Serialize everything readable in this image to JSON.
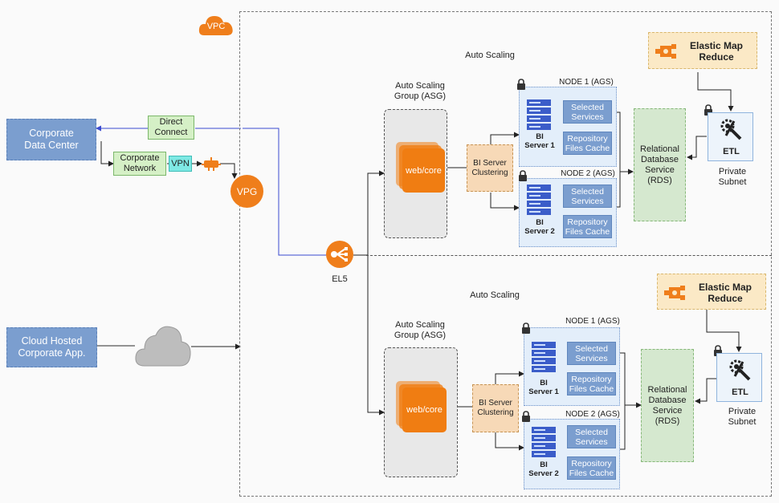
{
  "vpc": {
    "badge": "VPC"
  },
  "left": {
    "corporate_dc": "Corporate\nData Center",
    "direct_connect": "Direct\nConnect",
    "corporate_network": "Corporate\nNetwork",
    "vpn": "VPN",
    "vpg": "VPG",
    "cloud_hosted": "Cloud Hosted\nCorporate App.",
    "elb": "EL5"
  },
  "sections": [
    {
      "auto_scaling": "Auto Scaling",
      "asg_label": "Auto Scaling\nGroup (ASG)",
      "webcore": "web/core",
      "clustering": "BI Server\nClustering",
      "node1_label": "NODE 1 (AGS)",
      "node2_label": "NODE 2 (AGS)",
      "server1": "BI\nServer 1",
      "server2": "BI\nServer 2",
      "selected_services": "Selected\nServices",
      "repository": "Repository\nFiles Cache",
      "rds": "Relational\nDatabase\nService\n(RDS)",
      "emr": "Elastic Map\nReduce",
      "etl": "ETL",
      "private_subnet": "Private\nSubnet"
    },
    {
      "auto_scaling": "Auto Scaling",
      "asg_label": "Auto Scaling\nGroup (ASG)",
      "webcore": "web/core",
      "clustering": "BI Server\nClustering",
      "node1_label": "NODE 1 (AGS)",
      "node2_label": "NODE 2 (AGS)",
      "server1": "BI\nServer 1",
      "server2": "BI\nServer 2",
      "selected_services": "Selected\nServices",
      "repository": "Repository\nFiles Cache",
      "rds": "Relational\nDatabase\nService\n(RDS)",
      "emr": "Elastic Map\nReduce",
      "etl": "ETL",
      "private_subnet": "Private\nSubnet"
    }
  ],
  "colors": {
    "orange": "#ef7e1b",
    "blue_box": "#7b9ecf",
    "green_box": "#d5f0c6",
    "rds_green": "#d5e8cf",
    "emr_yellow": "#fbe9c6",
    "link_blue": "#3b4bd0"
  },
  "icons": [
    "cloud-vpc-icon",
    "router-icon",
    "load-balancer-icon",
    "cloud-icon",
    "lock-icon",
    "server-rack-icon",
    "emr-icon",
    "etl-tools-icon"
  ]
}
